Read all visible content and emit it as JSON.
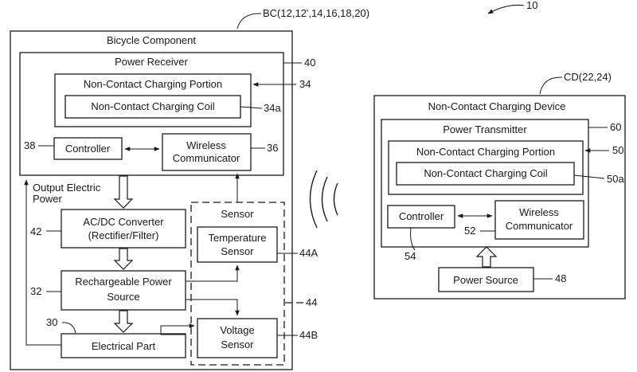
{
  "figure_ref": "10",
  "bicycle": {
    "ref": "BC(12,12',14,16,18,20)",
    "title": "Bicycle Component",
    "power_receiver": {
      "title": "Power Receiver",
      "ref": "40",
      "charging_portion": {
        "title": "Non-Contact Charging Portion",
        "ref": "34"
      },
      "charging_coil": {
        "title": "Non-Contact Charging Coil",
        "ref": "34a"
      },
      "controller": {
        "title": "Controller",
        "ref": "38"
      },
      "wireless": {
        "line1": "Wireless",
        "line2": "Communicator",
        "ref": "36"
      }
    },
    "output_power": {
      "line1": "Output Electric",
      "line2": "Power"
    },
    "converter": {
      "line1": "AC/DC Converter",
      "line2": "(Rectifier/Filter)",
      "ref": "42"
    },
    "rechargeable": {
      "line1": "Rechargeable Power",
      "line2": "Source",
      "ref": "32"
    },
    "electrical_part": {
      "title": "Electrical Part",
      "ref": "30"
    },
    "sensor": {
      "title": "Sensor",
      "ref": "44",
      "temperature": {
        "line1": "Temperature",
        "line2": "Sensor",
        "ref": "44A"
      },
      "voltage": {
        "line1": "Voltage",
        "line2": "Sensor",
        "ref": "44B"
      }
    }
  },
  "charging_device": {
    "ref": "CD(22,24)",
    "title": "Non-Contact Charging Device",
    "power_transmitter": {
      "title": "Power Transmitter",
      "ref": "60",
      "charging_portion": {
        "title": "Non-Contact Charging Portion",
        "ref": "50"
      },
      "charging_coil": {
        "title": "Non-Contact Charging Coil",
        "ref": "50a"
      },
      "controller": {
        "title": "Controller",
        "ref": "54"
      },
      "wireless": {
        "line1": "Wireless",
        "line2": "Communicator",
        "ref": "52"
      }
    },
    "power_source": {
      "title": "Power Source",
      "ref": "48"
    }
  }
}
